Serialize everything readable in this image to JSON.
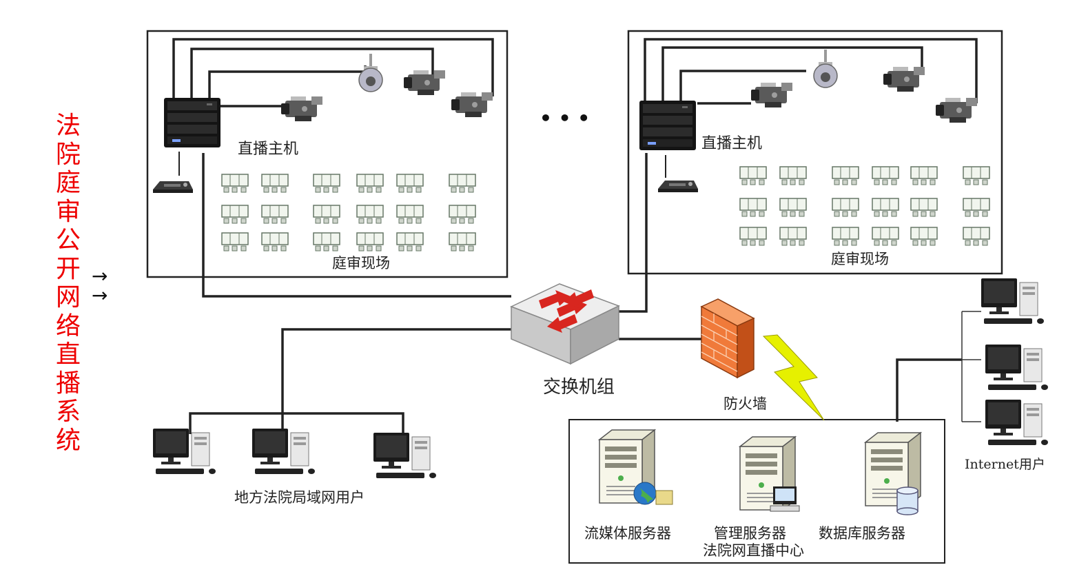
{
  "title_chars": [
    "法",
    "院",
    "庭",
    "审",
    "公",
    "开",
    "网",
    "络",
    "直",
    "播",
    "系",
    "统"
  ],
  "arrow_glyph": "→",
  "ellipsis": "• • •",
  "left_room": {
    "host_label": "直播主机",
    "site_label": "庭审现场"
  },
  "right_room": {
    "host_label": "直播主机",
    "site_label": "庭审现场"
  },
  "switch_label": "交换机组",
  "firewall_label": "防火墙",
  "lan_users_label": "地方法院局域网用户",
  "internet_users_label": "Internet用户",
  "servers": {
    "streaming_label": "流媒体服务器",
    "management_label": "管理服务器",
    "database_label": "数据库服务器",
    "center_label": "法院网直播中心"
  },
  "colors": {
    "title": "#ee0000",
    "line": "#222222",
    "firewall": "#f07a3a",
    "lightning": "#e6f000",
    "switch_arrow": "#d8261f"
  },
  "icons": [
    "host-box-icon",
    "keyboard-icon",
    "dome-camera-icon",
    "video-camera-icon",
    "seat-group-icon",
    "switch-icon",
    "firewall-icon",
    "lightning-icon",
    "server-icon",
    "desktop-pc-icon"
  ]
}
